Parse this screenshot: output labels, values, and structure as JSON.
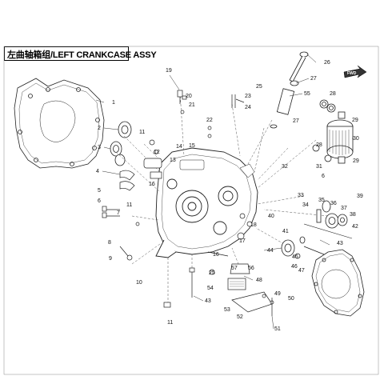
{
  "title": "左曲轴箱组/LEFT CRANKCASE ASSY",
  "direction_badge": "FWD",
  "colors": {
    "line": "#222222",
    "leader": "#555555",
    "text": "#111111",
    "background": "#ffffff"
  },
  "callouts": [
    {
      "id": "c1",
      "label": "1"
    },
    {
      "id": "c2",
      "label": "2"
    },
    {
      "id": "c3",
      "label": "3"
    },
    {
      "id": "c4",
      "label": "4"
    },
    {
      "id": "c5",
      "label": "5"
    },
    {
      "id": "c6",
      "label": "6"
    },
    {
      "id": "c7",
      "label": "7"
    },
    {
      "id": "c8",
      "label": "8"
    },
    {
      "id": "c9",
      "label": "9"
    },
    {
      "id": "c10",
      "label": "10"
    },
    {
      "id": "c11a",
      "label": "11"
    },
    {
      "id": "c11b",
      "label": "11"
    },
    {
      "id": "c11c",
      "label": "11"
    },
    {
      "id": "c12",
      "label": "12"
    },
    {
      "id": "c13",
      "label": "13"
    },
    {
      "id": "c14",
      "label": "14"
    },
    {
      "id": "c15",
      "label": "15"
    },
    {
      "id": "c16",
      "label": "16"
    },
    {
      "id": "c16b",
      "label": "16"
    },
    {
      "id": "c17",
      "label": "17"
    },
    {
      "id": "c18",
      "label": "18"
    },
    {
      "id": "c19",
      "label": "19"
    },
    {
      "id": "c20",
      "label": "20"
    },
    {
      "id": "c21",
      "label": "21"
    },
    {
      "id": "c22",
      "label": "22"
    },
    {
      "id": "c23",
      "label": "23"
    },
    {
      "id": "c24",
      "label": "24"
    },
    {
      "id": "c25a",
      "label": "25"
    },
    {
      "id": "c25b",
      "label": "25"
    },
    {
      "id": "c26",
      "label": "26"
    },
    {
      "id": "c27a",
      "label": "27"
    },
    {
      "id": "c27b",
      "label": "27"
    },
    {
      "id": "c28a",
      "label": "28"
    },
    {
      "id": "c28b",
      "label": "28"
    },
    {
      "id": "c29a",
      "label": "29"
    },
    {
      "id": "c29b",
      "label": "29"
    },
    {
      "id": "c30",
      "label": "30"
    },
    {
      "id": "c31",
      "label": "31"
    },
    {
      "id": "c32",
      "label": "32"
    },
    {
      "id": "c33",
      "label": "33"
    },
    {
      "id": "c34",
      "label": "34"
    },
    {
      "id": "c35",
      "label": "35"
    },
    {
      "id": "c36",
      "label": "36"
    },
    {
      "id": "c37",
      "label": "37"
    },
    {
      "id": "c38",
      "label": "38"
    },
    {
      "id": "c39",
      "label": "39"
    },
    {
      "id": "c40",
      "label": "40"
    },
    {
      "id": "c41",
      "label": "41"
    },
    {
      "id": "c42",
      "label": "42"
    },
    {
      "id": "c43a",
      "label": "43"
    },
    {
      "id": "c43b",
      "label": "43"
    },
    {
      "id": "c44",
      "label": "44"
    },
    {
      "id": "c45",
      "label": "45"
    },
    {
      "id": "c46",
      "label": "46"
    },
    {
      "id": "c47",
      "label": "47"
    },
    {
      "id": "c48",
      "label": "48"
    },
    {
      "id": "c49",
      "label": "49"
    },
    {
      "id": "c50",
      "label": "50"
    },
    {
      "id": "c51",
      "label": "51"
    },
    {
      "id": "c52",
      "label": "52"
    },
    {
      "id": "c53",
      "label": "53"
    },
    {
      "id": "c54",
      "label": "54"
    },
    {
      "id": "c55",
      "label": "55"
    },
    {
      "id": "c56",
      "label": "56"
    },
    {
      "id": "c57",
      "label": "57"
    },
    {
      "id": "c6b",
      "label": "6"
    }
  ]
}
